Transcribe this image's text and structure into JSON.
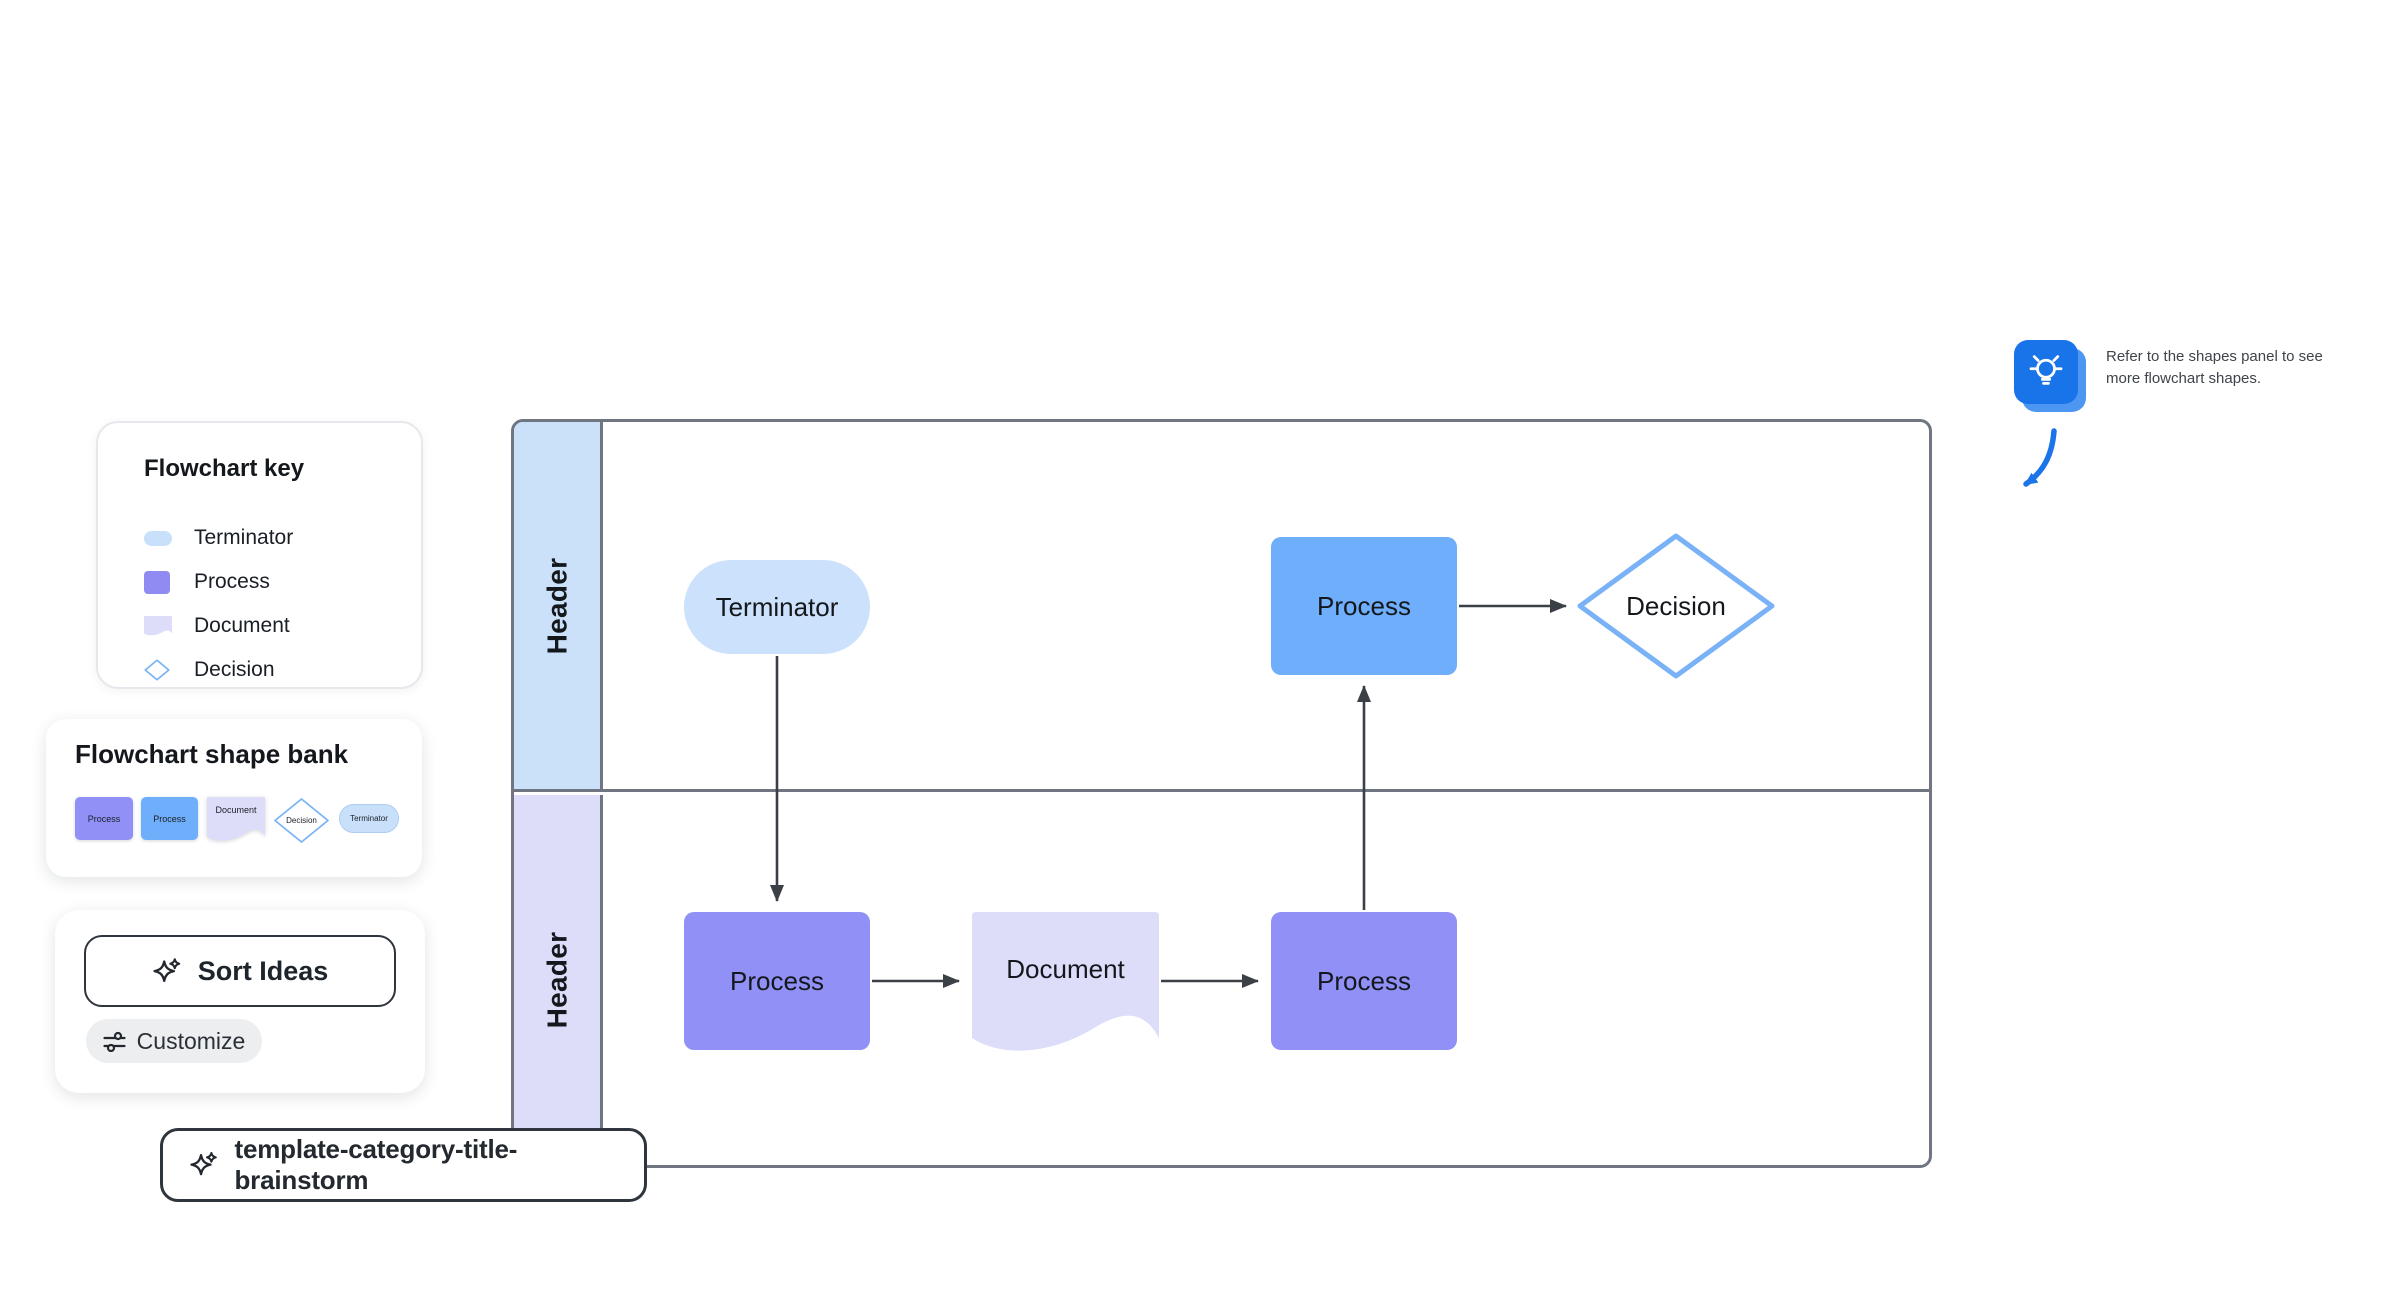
{
  "colors": {
    "process_purple": "#9190F7",
    "process_blue": "#6FAEFB",
    "terminator_fill": "#CCE1FB",
    "document_fill": "#DDDDF9",
    "decision_stroke": "#7AB2F7",
    "lane1_header_fill": "#CBE1FA",
    "lane2_header_fill": "#DEDDF9",
    "swimlane_border": "#6F7581",
    "connector": "#3B3F46",
    "tip_blue": "#1874E8",
    "tip_blue_light": "#4D96F2"
  },
  "key_panel": {
    "title": "Flowchart key",
    "items": [
      {
        "label": "Terminator",
        "type": "terminator"
      },
      {
        "label": "Process",
        "type": "process"
      },
      {
        "label": "Document",
        "type": "document"
      },
      {
        "label": "Decision",
        "type": "decision"
      }
    ]
  },
  "shape_bank": {
    "title": "Flowchart shape bank",
    "shapes": [
      {
        "label": "Process",
        "type": "process-purple"
      },
      {
        "label": "Process",
        "type": "process-blue"
      },
      {
        "label": "Document",
        "type": "document"
      },
      {
        "label": "Decision",
        "type": "decision"
      },
      {
        "label": "Terminator",
        "type": "terminator"
      }
    ]
  },
  "actions": {
    "sort_ideas": "Sort Ideas",
    "customize": "Customize"
  },
  "template_pill": {
    "label": "template-category-title-brainstorm"
  },
  "swimlane": {
    "lanes": [
      {
        "header": "Header"
      },
      {
        "header": "Header"
      }
    ]
  },
  "diagram": {
    "nodes": [
      {
        "id": "terminator",
        "label": "Terminator",
        "lane": 1
      },
      {
        "id": "process-top",
        "label": "Process",
        "lane": 1
      },
      {
        "id": "decision",
        "label": "Decision",
        "lane": 1
      },
      {
        "id": "process-left",
        "label": "Process",
        "lane": 2
      },
      {
        "id": "document",
        "label": "Document",
        "lane": 2
      },
      {
        "id": "process-right",
        "label": "Process",
        "lane": 2
      }
    ],
    "connections": [
      {
        "from": "terminator",
        "to": "process-left"
      },
      {
        "from": "process-left",
        "to": "document"
      },
      {
        "from": "document",
        "to": "process-right"
      },
      {
        "from": "process-right",
        "to": "process-top"
      },
      {
        "from": "process-top",
        "to": "decision"
      }
    ]
  },
  "tip": {
    "text": "Refer to the shapes panel to see more flowchart shapes."
  }
}
